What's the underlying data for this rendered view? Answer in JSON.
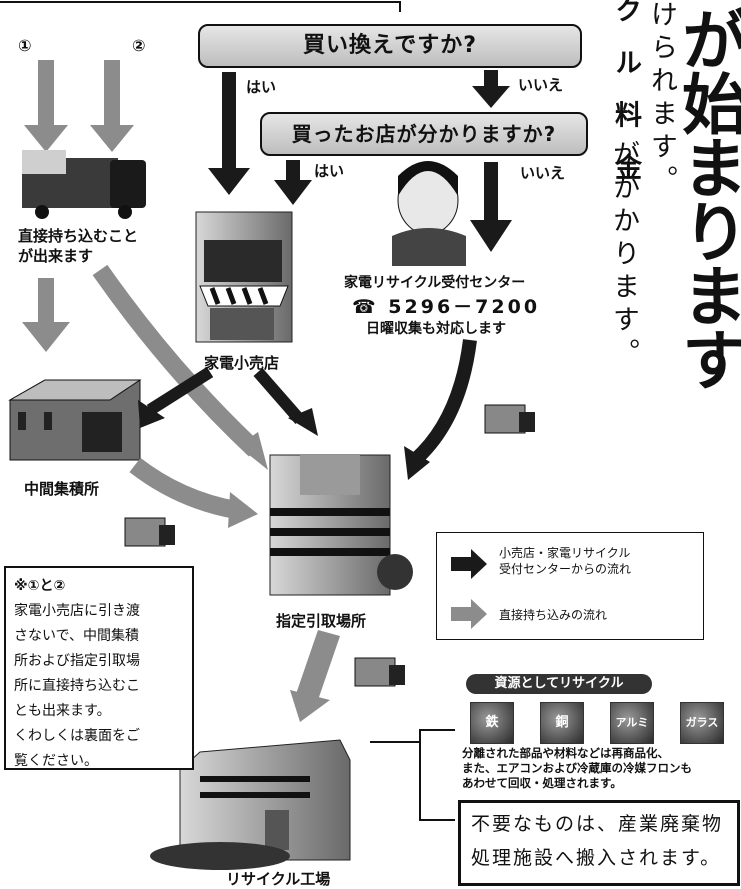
{
  "top": {
    "num1": "①",
    "num2": "②",
    "question1": "買い換えですか?",
    "question2": "買ったお店が分かりますか?",
    "yes1": "はい",
    "no1": "いいえ",
    "yes2": "はい",
    "no2": "いいえ"
  },
  "side": {
    "vertical_small_partial": "ク ル 料 金",
    "vertical_small": "けられます。",
    "vertical_small2": "がかかります。",
    "big_text": "が始まります"
  },
  "nodes": {
    "direct": "直接持ち込むこと\nが出来ます",
    "retail": "家電小売店",
    "center_name": "家電リサイクル受付センター",
    "center_phone_icon": "☎",
    "center_phone": "5296－7200",
    "center_sunday": "日曜収集も対応します",
    "warehouse": "中間集積所",
    "designated": "指定引取場所",
    "factory": "リサイクル工場"
  },
  "note": {
    "title": "※①と②",
    "lines": [
      "家電小売店に引き渡",
      "さないで、中間集積",
      "所および指定引取場",
      "所に直接持ち込むこ",
      "とも出来ます。",
      "くわしくは裏面をご",
      "覧ください。"
    ]
  },
  "legend": {
    "black_flow": "小売店・家電リサイクル\n受付センターからの流れ",
    "gray_flow": "直接持ち込みの流れ"
  },
  "recycle": {
    "banner": "資源としてリサイクル",
    "chips": [
      "鉄",
      "銅",
      "アルミ",
      "ガラス"
    ],
    "desc": "分離された部品や材料などは再商品化、\nまた、エアコンおよび冷蔵庫の冷媒フロンも\nあわせて回収・処理されます。"
  },
  "final": {
    "line1": "不要なものは、産業廃棄物",
    "line2": "処理施設へ搬入されます。"
  },
  "colors": {
    "black_arrow": "#1a1a1a",
    "gray_arrow": "#8c8c8c"
  }
}
